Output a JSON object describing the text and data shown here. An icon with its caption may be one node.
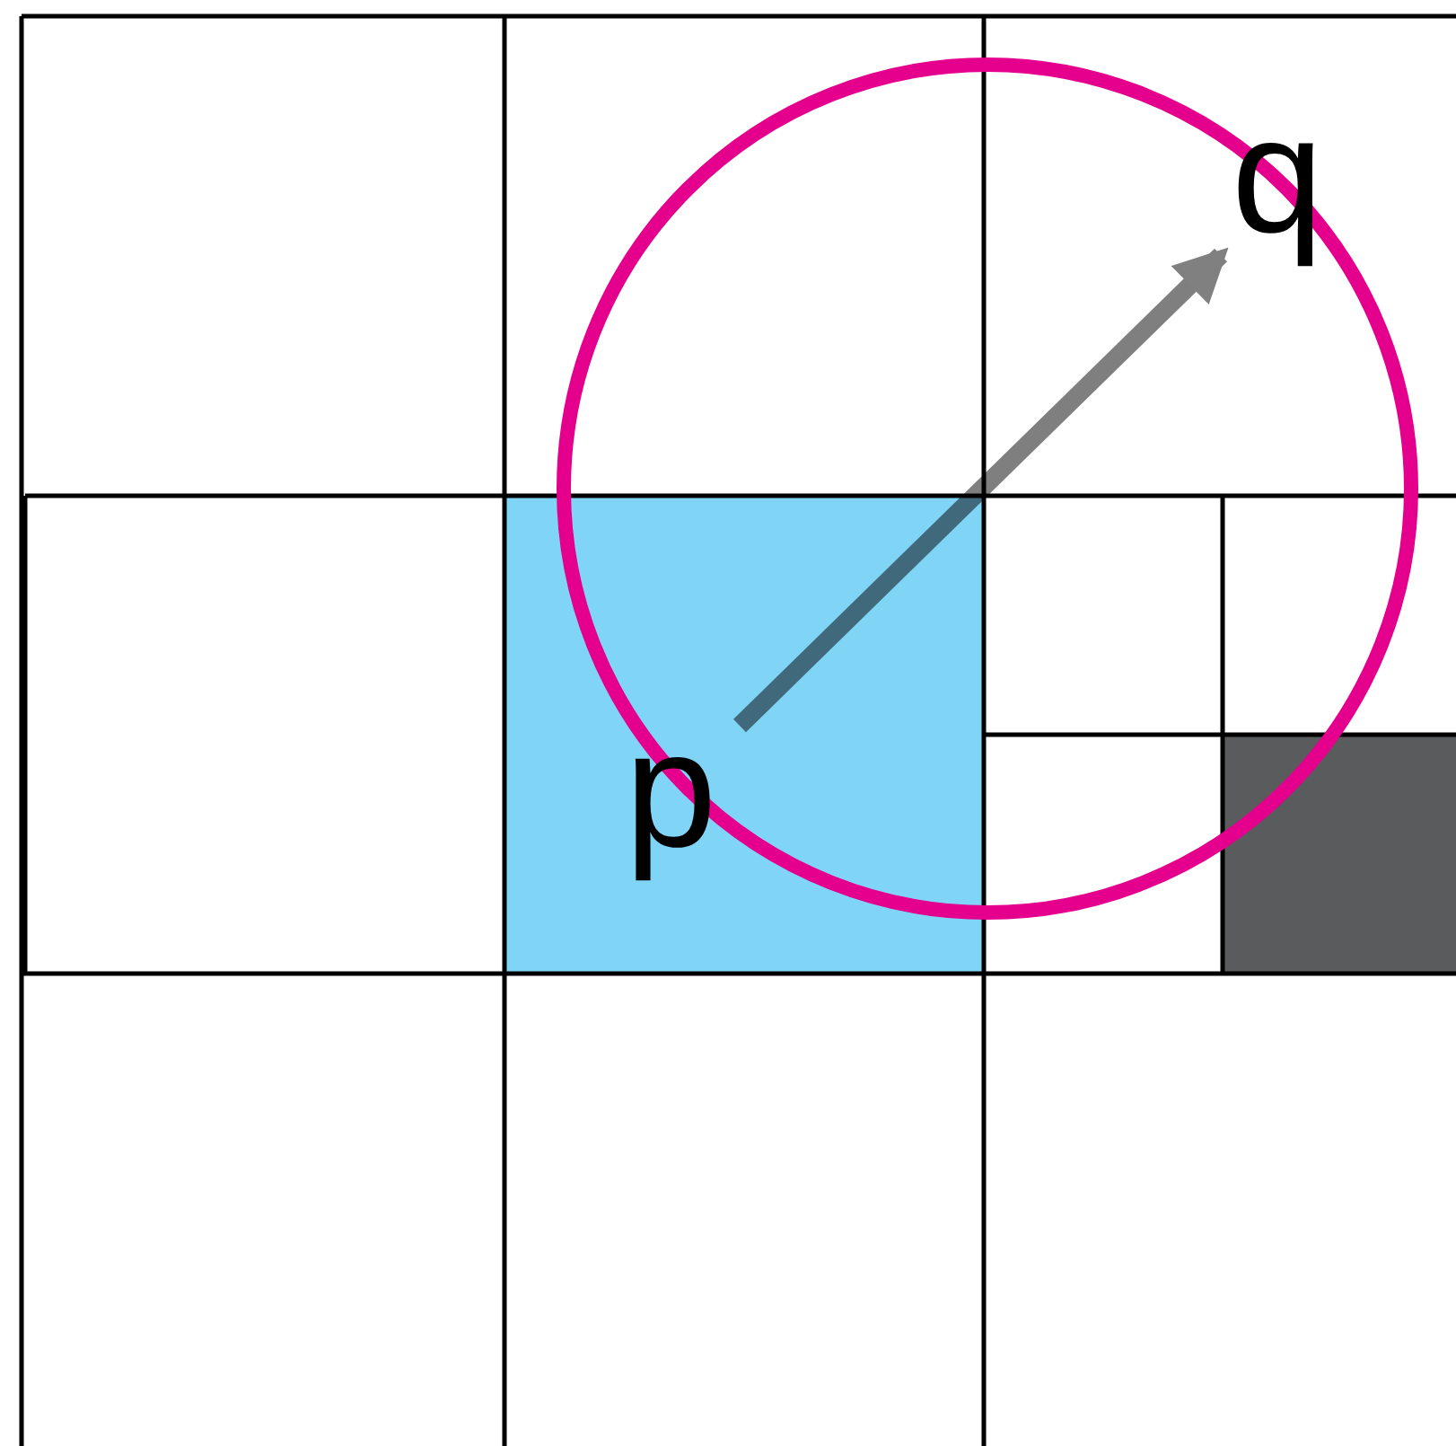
{
  "diagram": {
    "nodes": [
      {
        "text": [
          "p"
        ]
      },
      {
        "text": [
          "q"
        ]
      }
    ],
    "edges": [
      {
        "from": 0,
        "to": 1,
        "arrow": "to"
      }
    ]
  }
}
